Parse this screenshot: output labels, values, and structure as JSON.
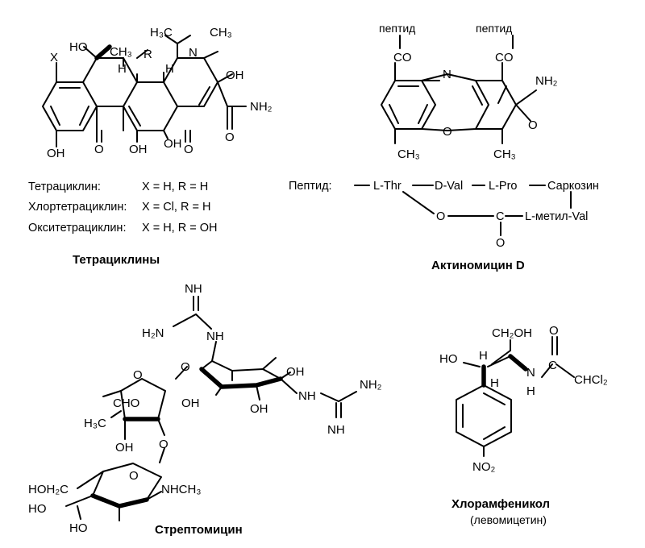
{
  "tetracyclines": {
    "atoms": {
      "x": "X",
      "ho_top": "HO",
      "ch3": "CH₃",
      "r": "R",
      "h1": "H",
      "h2": "H",
      "me_left": "H₃C",
      "me_right": "CH₃",
      "n": "N",
      "oh_right": "OH",
      "nh2": "NH₂",
      "oh_bl": "OH",
      "o1": "O",
      "oh_b2": "OH",
      "oh_b3": "OH",
      "o2": "O",
      "o3": "O"
    },
    "variants": [
      {
        "name": "Тетрациклин:",
        "subst": "X = H,  R = H"
      },
      {
        "name": "Хлортетрациклин:",
        "subst": "X = Cl,  R = H"
      },
      {
        "name": "Окситетрациклин:",
        "subst": "X = H,  R = OH"
      }
    ],
    "caption": "Тетрациклины"
  },
  "actinomycin": {
    "atoms": {
      "pep1": "пептид",
      "pep2": "пептид",
      "co1": "CO",
      "co2": "CO",
      "n": "N",
      "nh2": "NH₂",
      "o_ring": "O",
      "o_keto": "O",
      "ch3_1": "CH₃",
      "ch3_2": "CH₃"
    },
    "peptide": {
      "label": "Пептид:",
      "thr": "L-Thr",
      "val": "D-Val",
      "pro": "L-Pro",
      "sar": "Саркозин",
      "o": "O",
      "c": "C",
      "mval": "L-метил-Val",
      "o_bottom": "O"
    },
    "caption": "Актиномицин D"
  },
  "streptomycin": {
    "atoms": {
      "nh_top": "NH",
      "h2n": "H₂N",
      "nh_mid": "NH",
      "o_link1": "O",
      "oh_a": "OH",
      "oh_b": "OH",
      "oh_c": "OH",
      "nh_right": "NH",
      "nh2_right": "NH₂",
      "nh_low": "NH",
      "o_furan": "O",
      "cho": "CHO",
      "h3c": "H₃C",
      "oh_d": "OH",
      "o_link2": "O",
      "o_pyr": "O",
      "hoh2c": "HOH₂C",
      "nhch3": "NHCH₃",
      "ho_1": "HO",
      "ho_2": "HO"
    },
    "caption": "Стрептомицин"
  },
  "chloramphenicol": {
    "atoms": {
      "ch2oh": "CH₂OH",
      "o_top": "O",
      "ho": "HO",
      "h1": "H",
      "h2": "H",
      "n": "N",
      "h3": "H",
      "c": "C",
      "chcl2": "CHCl₂",
      "no2": "NO₂"
    },
    "caption": "Хлорамфеникол",
    "subcaption": "(левомицетин)"
  }
}
